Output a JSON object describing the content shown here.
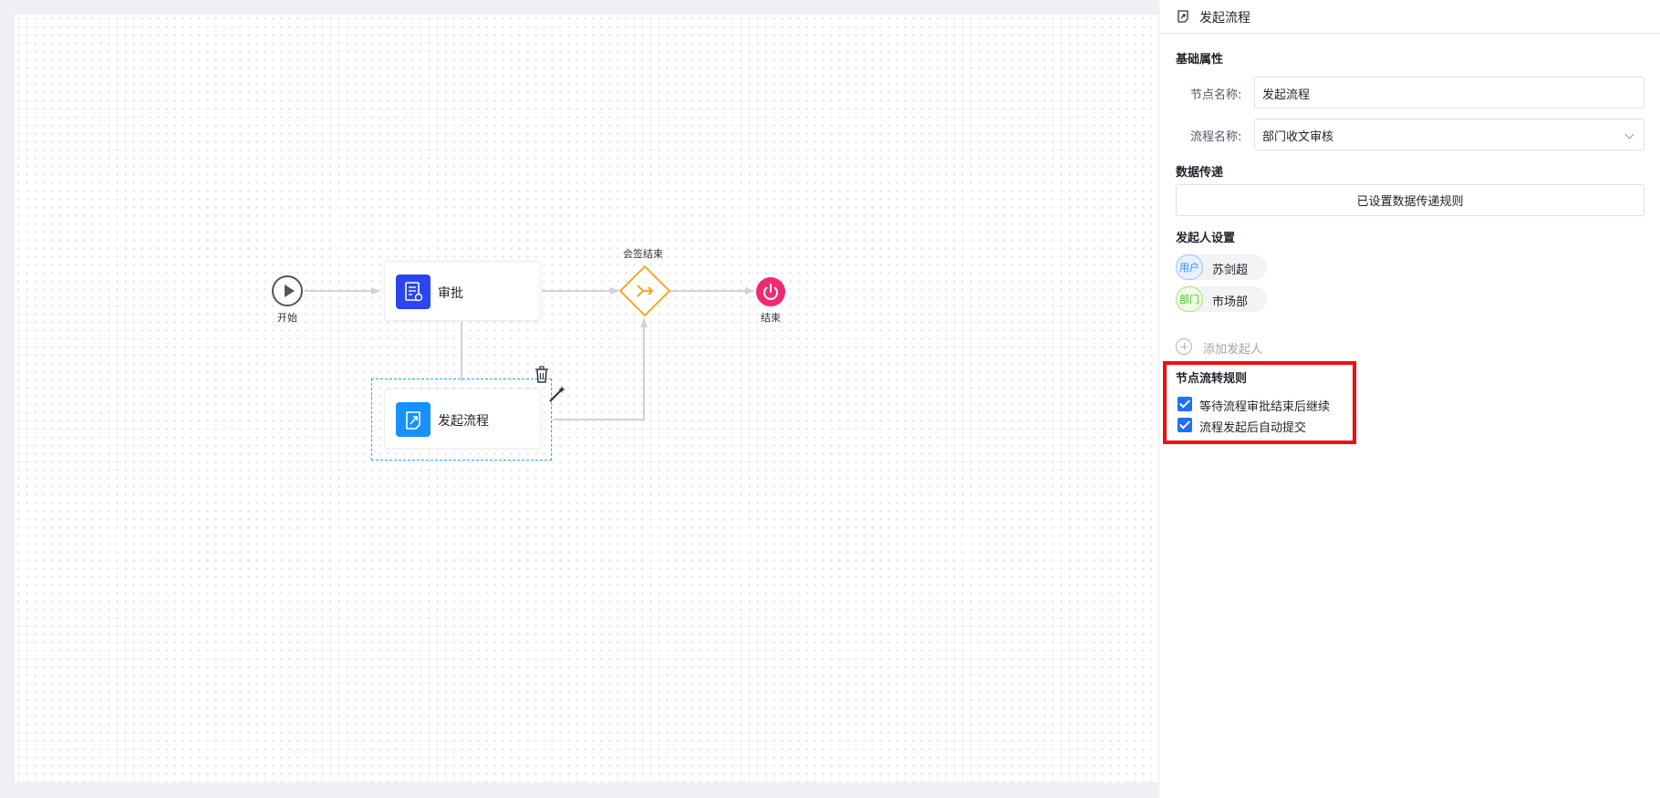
{
  "flow": {
    "start_label": "开始",
    "approve_label": "审批",
    "launch_label": "发起流程",
    "gateway_label": "会签结束",
    "end_label": "结束"
  },
  "panel": {
    "title": "发起流程",
    "basic_section": "基础属性",
    "node_name_label": "节点名称:",
    "node_name_value": "发起流程",
    "flow_name_label": "流程名称:",
    "flow_name_value": "部门收文审核",
    "data_section": "数据传递",
    "data_rule_button": "已设置数据传递规则",
    "initiator_section": "发起人设置",
    "initiators": [
      {
        "tag": "用户",
        "name": "苏剑超"
      },
      {
        "tag": "部门",
        "name": "市场部"
      }
    ],
    "add_initiator": "添加发起人",
    "rules_section": "节点流转规则",
    "rules": [
      {
        "label": "等待流程审批结束后继续",
        "checked": true
      },
      {
        "label": "流程发起后自动提交",
        "checked": true
      }
    ]
  },
  "colors": {
    "approve_icon": "#2b45f0",
    "launch_icon": "#1890ff",
    "gateway": "#f5a623",
    "end_node": "#ee2a72",
    "checkbox": "#1e6fff",
    "highlight": "#f50d0d",
    "user_tag": "#3a86ff",
    "dept_tag": "#52c41a"
  }
}
